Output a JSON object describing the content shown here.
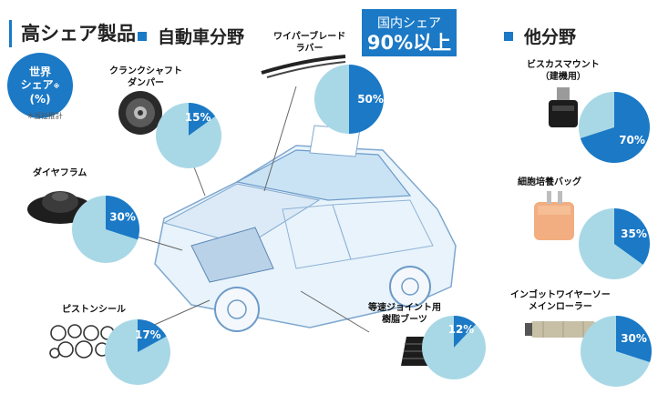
{
  "header": {
    "title": "高シェア製品",
    "auto_category": "自動車分野",
    "other_category": "他分野"
  },
  "world_share_badge": {
    "line1": "世界",
    "line2": "シェア",
    "note_mark": "※",
    "line3": "(%)"
  },
  "estimate_note": "※当社推計",
  "domestic_badge": {
    "line1": "国内シェア",
    "line2": "90%以上"
  },
  "colors": {
    "accent": "#1b79c6",
    "pie_light": "#a8d8e6"
  },
  "products": [
    {
      "id": "crankshaft",
      "name_lines": [
        "クランクシャフト",
        "ダンパー"
      ],
      "share": 15,
      "share_label": "15%"
    },
    {
      "id": "wiper",
      "name_lines": [
        "ワイパーブレード",
        "ラバー"
      ],
      "share": 50,
      "share_label": "50%"
    },
    {
      "id": "diaphragm",
      "name_lines": [
        "ダイヤフラム"
      ],
      "share": 30,
      "share_label": "30%"
    },
    {
      "id": "piston-seal",
      "name_lines": [
        "ピストンシール"
      ],
      "share": 17,
      "share_label": "17%"
    },
    {
      "id": "cv-boot",
      "name_lines": [
        "等速ジョイント用",
        "樹脂ブーツ"
      ],
      "share": 12,
      "share_label": "12%"
    },
    {
      "id": "viscous-mount",
      "name_lines": [
        "ビスカスマウント",
        "（建機用）"
      ],
      "share": 70,
      "share_label": "70%"
    },
    {
      "id": "cell-bag",
      "name_lines": [
        "細胞培養バッグ"
      ],
      "share": 35,
      "share_label": "35%"
    },
    {
      "id": "ingot-roller",
      "name_lines": [
        "インゴットワイヤーソー",
        "メインローラー"
      ],
      "share": 30,
      "share_label": "30%"
    }
  ]
}
